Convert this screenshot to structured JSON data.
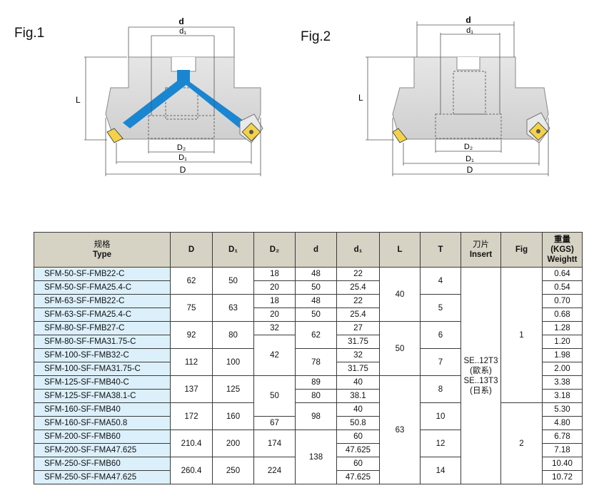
{
  "figures": {
    "fig1_label": "Fig.1",
    "fig2_label": "Fig.2",
    "dims": {
      "d": "d",
      "d1": "d₁",
      "d2": "D₂",
      "D1": "D₁",
      "D": "D",
      "L": "L"
    }
  },
  "table": {
    "headers": {
      "type_cn": "规格",
      "type_en": "Type",
      "D": "D",
      "D1": "D₁",
      "D2": "D₂",
      "d": "d",
      "d1": "d₁",
      "L": "L",
      "T": "T",
      "insert_cn": "刀片",
      "insert_en": "Insert",
      "fig": "Fig",
      "weight_cn": "重量",
      "weight_unit": "(KGS)",
      "weight_en": "Weightt"
    },
    "rows": [
      {
        "type": "SFM-50-SF-FMB22-C",
        "D": "62",
        "D1": "50",
        "D2": "18",
        "d": "48",
        "d1": "22",
        "L": "40",
        "T": "4",
        "weight": "0.64"
      },
      {
        "type": "SFM-50-SF-FMA25.4-C",
        "D2": "20",
        "d": "50",
        "d1": "25.4",
        "weight": "0.54"
      },
      {
        "type": "SFM-63-SF-FMB22-C",
        "D": "75",
        "D1": "63",
        "D2": "18",
        "d": "48",
        "d1": "22",
        "T": "5",
        "weight": "0.70"
      },
      {
        "type": "SFM-63-SF-FMA25.4-C",
        "D2": "20",
        "d": "50",
        "d1": "25.4",
        "weight": "0.68"
      },
      {
        "type": "SFM-80-SF-FMB27-C",
        "D": "92",
        "D1": "80",
        "D2": "32",
        "d": "62",
        "d1": "27",
        "L": "50",
        "T": "6",
        "weight": "1.28"
      },
      {
        "type": "SFM-80-SF-FMA31.75-C",
        "D2": "42",
        "d1": "31.75",
        "weight": "1.20"
      },
      {
        "type": "SFM-100-SF-FMB32-C",
        "D": "112",
        "D1": "100",
        "d": "78",
        "d1": "32",
        "T": "7",
        "weight": "1.98"
      },
      {
        "type": "SFM-100-SF-FMA31.75-C",
        "d1": "31.75",
        "weight": "2.00"
      },
      {
        "type": "SFM-125-SF-FMB40-C",
        "D": "137",
        "D1": "125",
        "D2": "50",
        "d": "89",
        "d1": "40",
        "L": "63",
        "T": "8",
        "weight": "3.38"
      },
      {
        "type": "SFM-125-SF-FMA38.1-C",
        "d": "80",
        "d1": "38.1",
        "weight": "3.18"
      },
      {
        "type": "SFM-160-SF-FMB40",
        "D": "172",
        "D1": "160",
        "d": "98",
        "d1": "40",
        "T": "10",
        "weight": "5.30"
      },
      {
        "type": "SFM-160-SF-FMA50.8",
        "D2": "67",
        "d1": "50.8",
        "weight": "4.80"
      },
      {
        "type": "SFM-200-SF-FMB60",
        "D": "210.4",
        "D1": "200",
        "D2": "174",
        "d": "138",
        "d1": "60",
        "T": "12",
        "weight": "6.78"
      },
      {
        "type": "SFM-200-SF-FMA47.625",
        "d1": "47.625",
        "weight": "7.18"
      },
      {
        "type": "SFM-250-SF-FMB60",
        "D": "260.4",
        "D1": "250",
        "D2": "224",
        "d1": "60",
        "T": "14",
        "weight": "10.40"
      },
      {
        "type": "SFM-250-SF-FMA47.625",
        "d1": "47.625",
        "weight": "10.72"
      }
    ],
    "insert_lines": [
      "SE..12T3",
      "(歐系)",
      "SE..13T3",
      "(日系)"
    ],
    "fig_values": [
      "1",
      "2"
    ]
  },
  "colors": {
    "header_bg": "#d6d2c4",
    "type_bg": "#dcf0fb",
    "coolant_blue": "#1a86d1",
    "insert_yellow": "#f3d24a",
    "body_gray": "#d9d9d9"
  }
}
